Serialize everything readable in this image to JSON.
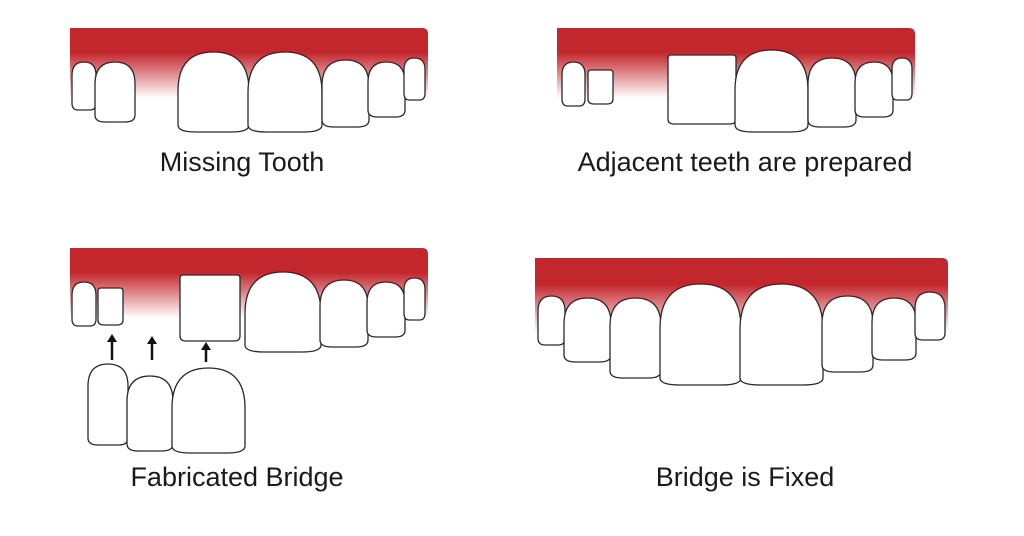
{
  "panels": [
    {
      "caption": "Missing Tooth"
    },
    {
      "caption": "Adjacent teeth are prepared"
    },
    {
      "caption": "Fabricated Bridge"
    },
    {
      "caption": "Bridge is Fixed"
    }
  ],
  "colors": {
    "gum": "#c1272d",
    "tooth": "#ffffff",
    "outline": "#2a2a2a"
  }
}
